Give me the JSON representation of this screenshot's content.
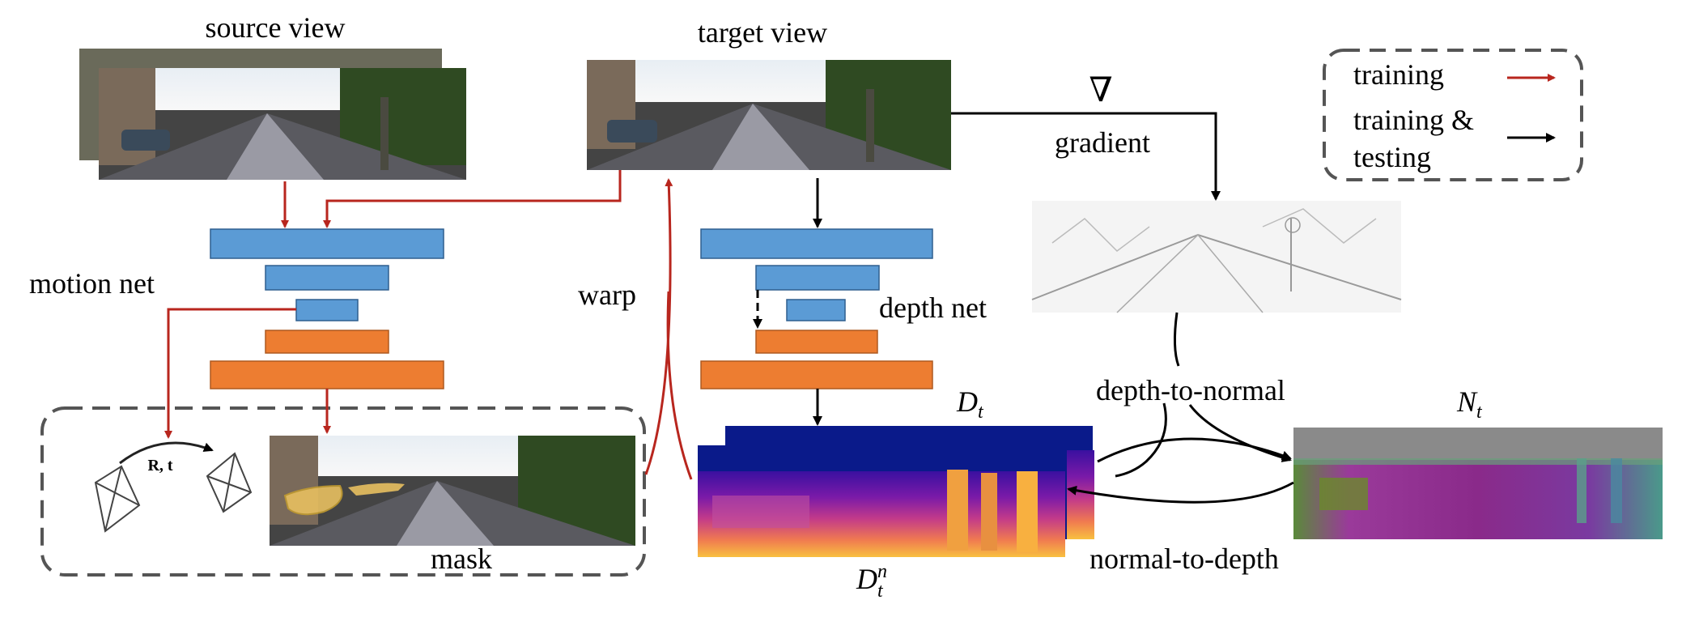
{
  "labels": {
    "source_view": "source view",
    "target_view": "target view",
    "gradient_symbol": "∇",
    "gradient": "gradient",
    "motion_net": "motion net",
    "warp": "warp",
    "depth_net": "depth net",
    "mask": "mask",
    "depth_to_normal": "depth-to-normal",
    "normal_to_depth": "normal-to-depth",
    "pose": "R, t",
    "dt_base": "D",
    "dt_sub": "t",
    "dtn_base": "D",
    "dtn_sub": "t",
    "dtn_sup": "n",
    "nt_base": "N",
    "nt_sub": "t"
  },
  "legend": {
    "training": "training",
    "training_testing_line1": "training &",
    "training_testing_line2": "testing"
  },
  "colors": {
    "red_arrow": "#b8261e",
    "black_arrow": "#000000",
    "encoder_blue": "#5b9bd5",
    "encoder_blue_stroke": "#2f5f8f",
    "decoder_orange": "#ed7d31",
    "decoder_orange_stroke": "#ae5a21",
    "dashed_box": "#555555",
    "depth_dark": "#0a1a8a",
    "normal_gray": "#8a8a8a"
  }
}
